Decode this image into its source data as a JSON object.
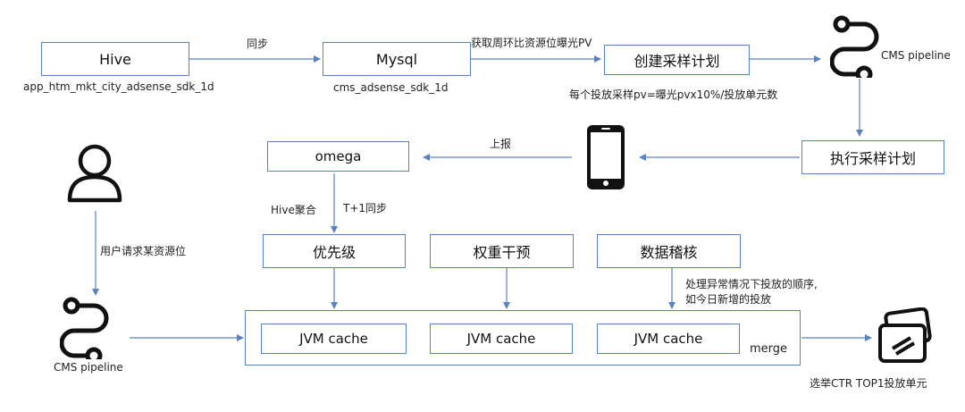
{
  "nodes": {
    "hive": "Hive",
    "mysql": "Mysql",
    "create_plan": "创建采样计划",
    "execute_plan": "执行采样计划",
    "omega": "omega",
    "priority": "优先级",
    "weight": "权重干预",
    "audit": "数据稽核",
    "jvm_cache_1": "JVM cache",
    "jvm_cache_2": "JVM cache",
    "jvm_cache_3": "JVM cache"
  },
  "labels": {
    "hive_table": "app_htm_mkt_city_adsense_sdk_1d",
    "mysql_table": "cms_adsense_sdk_1d",
    "sync": "同步",
    "fetch_pv": "获取周环比资源位曝光PV",
    "cms_pipeline_top": "CMS pipeline",
    "sample_formula": "每个投放采样pv=曝光pvx10%/投放单元数",
    "report": "上报",
    "hive_aggregate": "Hive聚合",
    "t1_sync": "T+1同步",
    "user_request": "用户请求某资源位",
    "cms_pipeline_left": "CMS pipeline",
    "audit_note_line1": "处理异常情况下投放的顺序,",
    "audit_note_line2": "如今日新增的投放",
    "merge": "merge",
    "select_top1": "选举CTR TOP1投放单元"
  },
  "icons": {
    "pipeline_top": "pipeline-icon",
    "pipeline_left": "pipeline-icon",
    "phone": "smartphone-icon",
    "user": "user-icon",
    "cards": "cards-icon"
  },
  "colors": {
    "border": "#5b82c0",
    "arrow": "#5b82c0",
    "icon": "#111111"
  }
}
